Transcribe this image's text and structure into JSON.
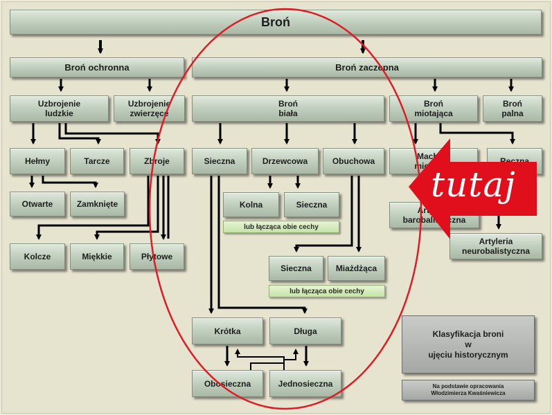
{
  "title": "Broń",
  "level1": {
    "defensive": "Broń ochronna",
    "offensive": "Broń zaczepna"
  },
  "defensive": {
    "human_armor": "Uzbrojenie\nludzkie",
    "animal_armor": "Uzbrojenie\nzwierzęce",
    "helmets": "Hełmy",
    "shields": "Tarcze",
    "armor": "Zbroje",
    "open": "Otwarte",
    "closed": "Zamknięte",
    "chain": "Kolcze",
    "soft": "Miękkie",
    "plate": "Płytowe"
  },
  "offensive": {
    "melee": "Broń\nbiała",
    "thrown": "Broń\nmiotająca",
    "firearm": "Broń\npalna",
    "cutting": "Sieczna",
    "piercing": "Drzewcowa",
    "blunt": "Obuchowa",
    "stabbing": "Kolna",
    "cutting2": "Sieczna",
    "combined1": "lub łącząca obie cechy",
    "cutting3": "Sieczna",
    "crushing": "Miażdżąca",
    "combined2": "lub łącząca obie cechy",
    "short": "Krótka",
    "long": "Długa",
    "double_edged": "Obosieczna",
    "single_edged": "Jednosieczna",
    "machines": "Machiny\nmiotające",
    "hand": "Ręczna",
    "barobalistic": "Artyleria\nbarobalistyczna",
    "neurobalistic": "Artyleria\nneurobalistyczna"
  },
  "info": {
    "classification": "Klasyfikacja broni\nw\nujęciu historycznym",
    "source": "Na podstawie opracowania\nWłodzimierza Kwaśniewicza"
  },
  "annotation": {
    "text": "tutaj",
    "ellipse_color": "#dd1c24",
    "arrow_color": "#e10e1c"
  }
}
